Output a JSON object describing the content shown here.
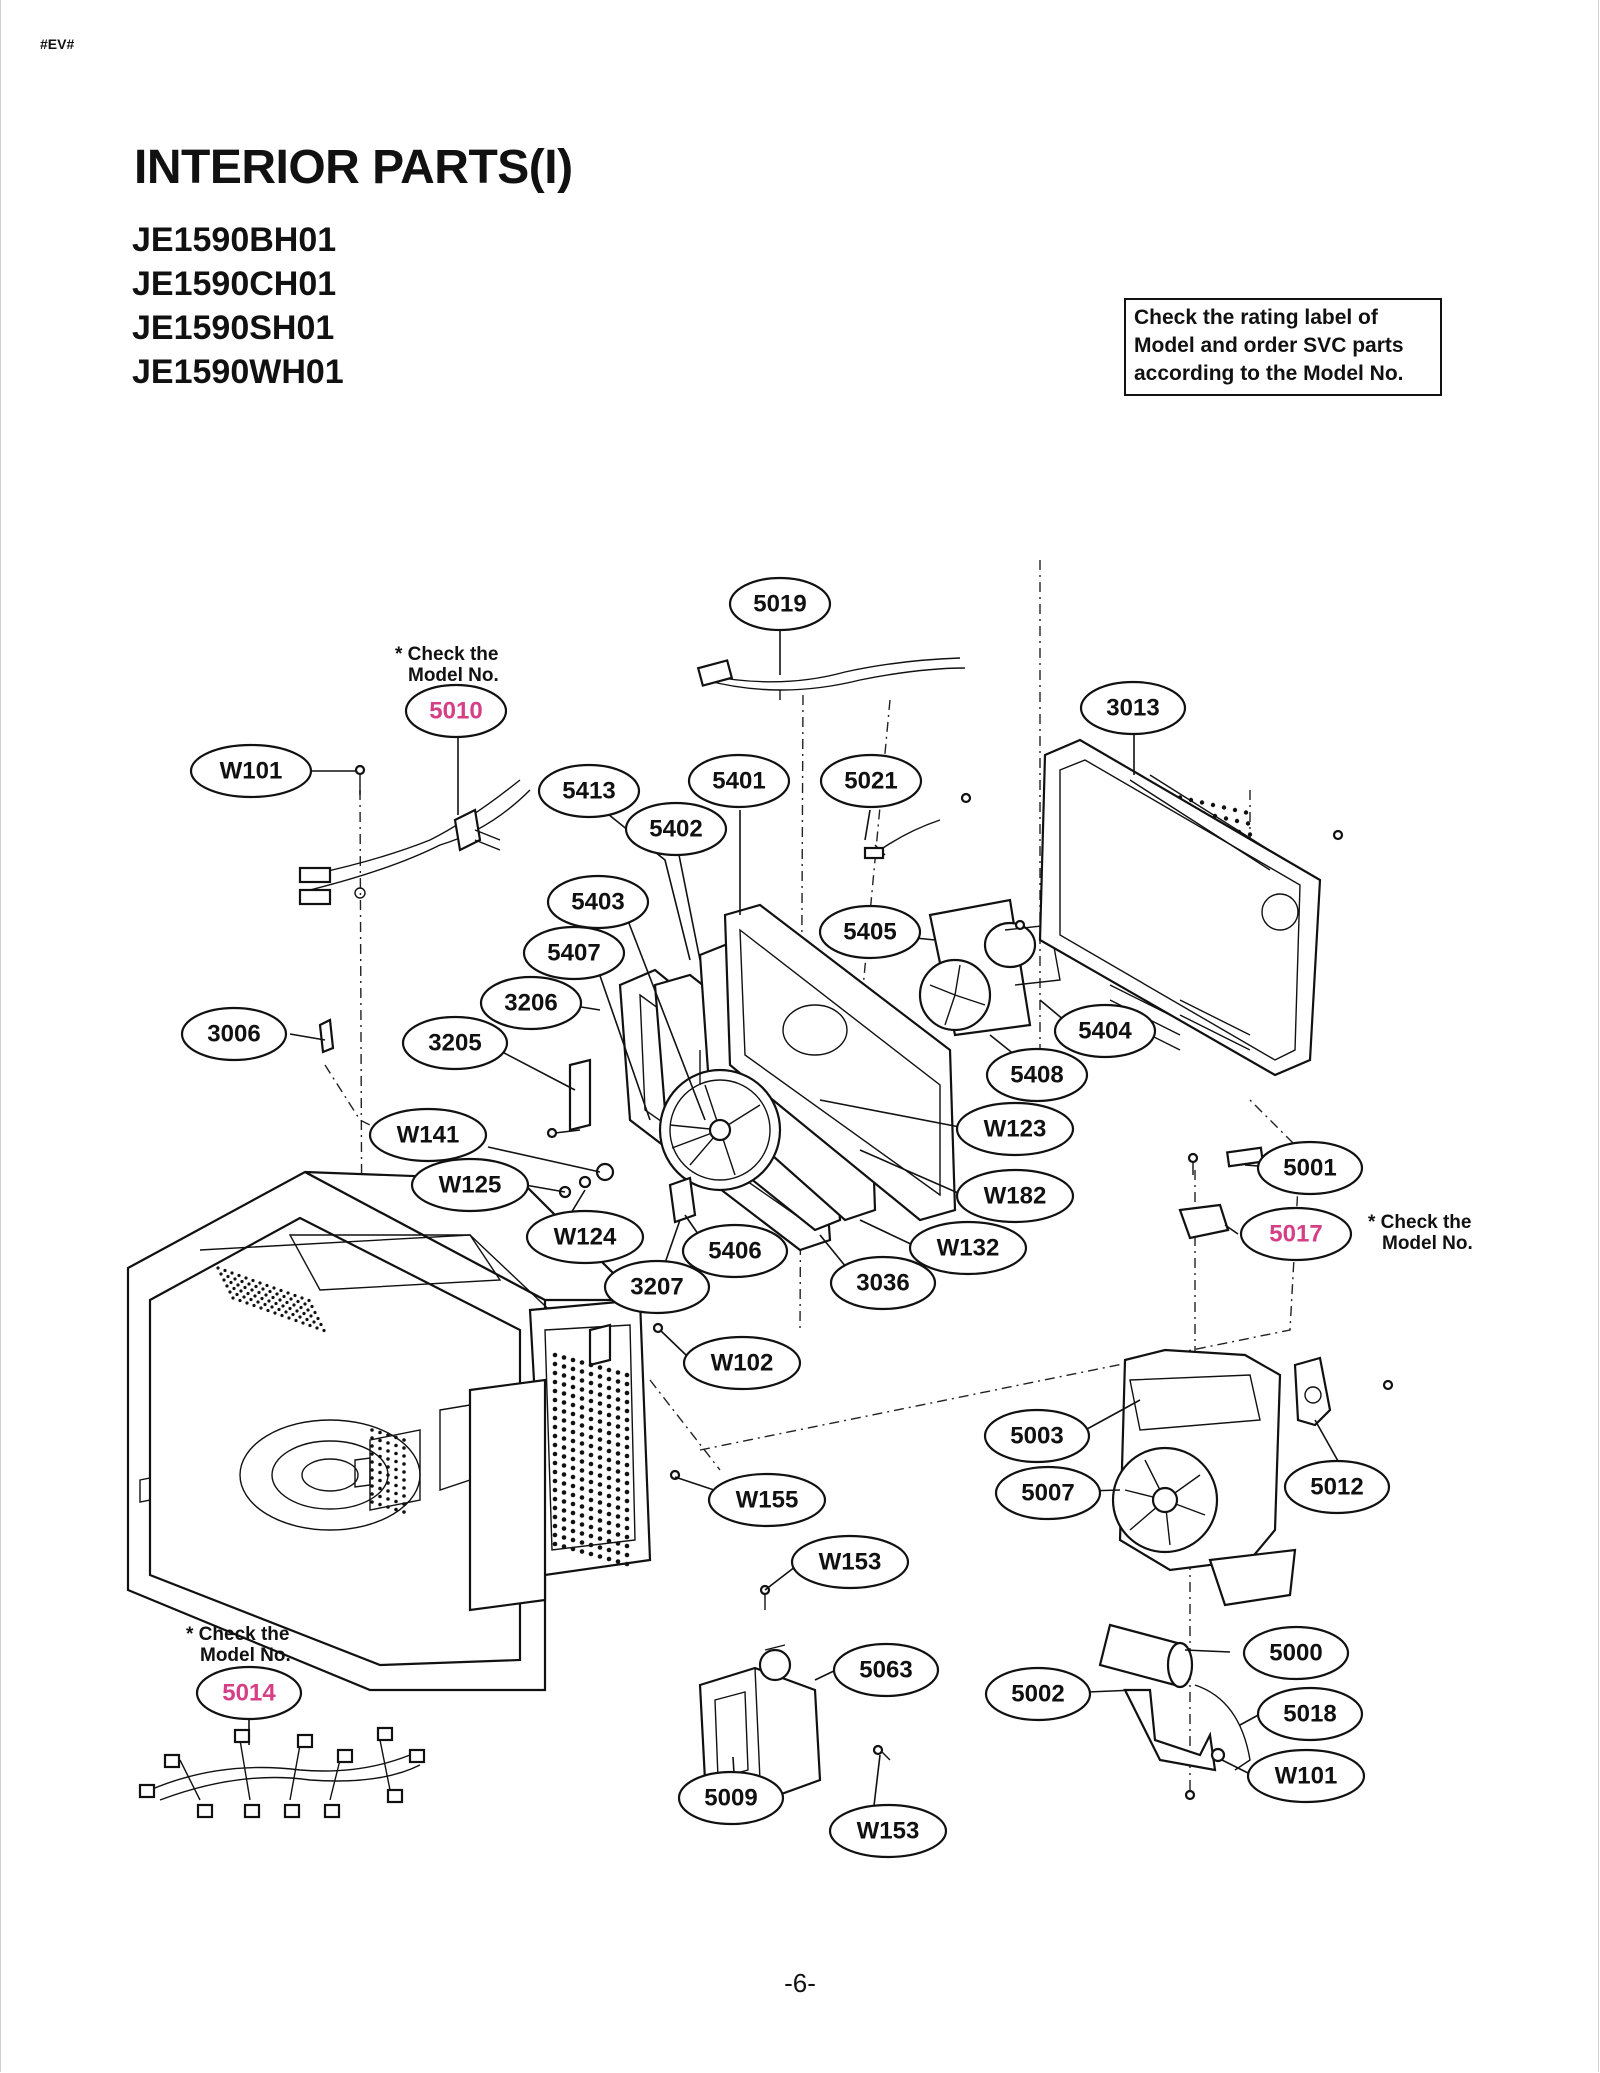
{
  "header": {
    "doc_code": "#EV#",
    "title": "INTERIOR PARTS(I)",
    "models": [
      "JE1590BH01",
      "JE1590CH01",
      "JE1590SH01",
      "JE1590WH01"
    ],
    "notice_lines": [
      "Check the rating label of",
      "Model and order SVC parts",
      "according to the Model No."
    ]
  },
  "notes": {
    "check_line1": "* Check the",
    "check_line2": "Model No."
  },
  "colors": {
    "highlight": "#d63f86",
    "ink": "#111111"
  },
  "callouts": {
    "c5019": "5019",
    "c5010": "5010",
    "c3013": "3013",
    "cW101a": "W101",
    "c5413": "5413",
    "c5401": "5401",
    "c5021": "5021",
    "c5402": "5402",
    "c5403": "5403",
    "c5405": "5405",
    "c5407": "5407",
    "c3206": "3206",
    "c3006": "3006",
    "c3205": "3205",
    "c5404": "5404",
    "c5408": "5408",
    "cW141": "W141",
    "cW123": "W123",
    "cW125": "W125",
    "cW182": "W182",
    "c5001": "5001",
    "cW124": "W124",
    "c5406": "5406",
    "cW132": "W132",
    "c5017": "5017",
    "c3207": "3207",
    "c3036": "3036",
    "cW102": "W102",
    "c5003": "5003",
    "c5012": "5012",
    "c5007": "5007",
    "cW155": "W155",
    "cW153a": "W153",
    "c5000": "5000",
    "c5063": "5063",
    "c5002": "5002",
    "c5018": "5018",
    "c5014": "5014",
    "cW101b": "W101",
    "c5009": "5009",
    "cW153b": "W153"
  },
  "footer": {
    "page_number": "-6-"
  }
}
